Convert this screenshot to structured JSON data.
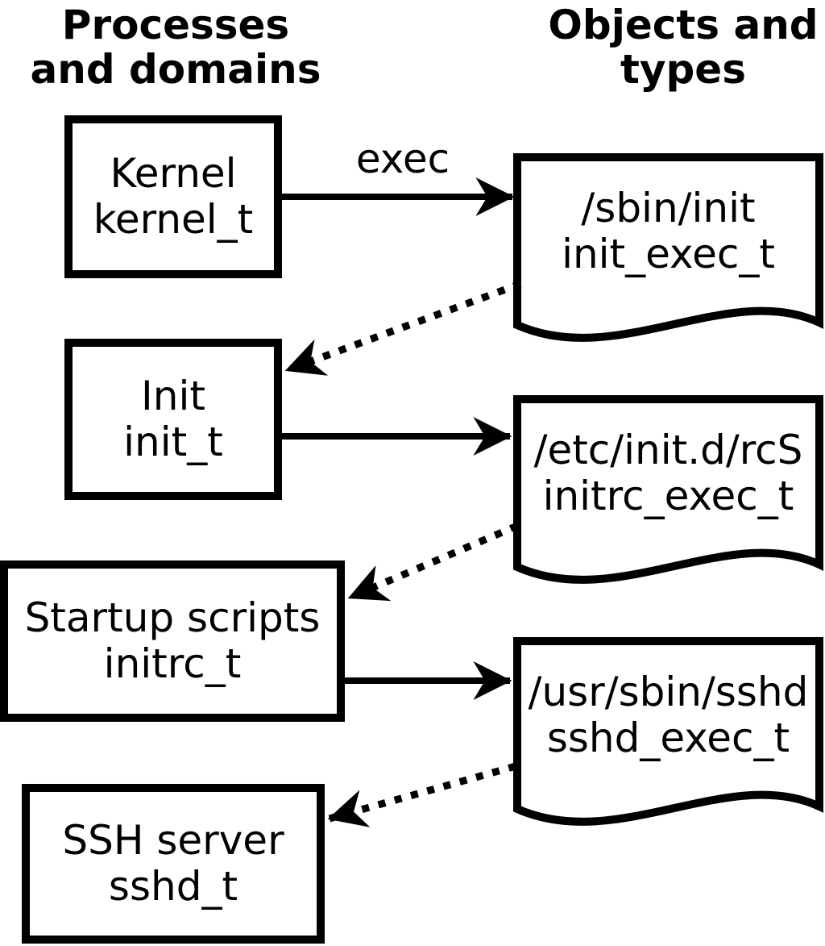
{
  "diagram": {
    "title_hint": "SELinux domain transition diagram",
    "colors": {
      "foreground": "#000000",
      "background": "#ffffff"
    },
    "headers": {
      "left": {
        "line1": "Processes",
        "line2": "and domains"
      },
      "right": {
        "line1": "Objects and",
        "line2": "types"
      }
    },
    "processes": [
      {
        "name": "Kernel",
        "domain": "kernel_t"
      },
      {
        "name": "Init",
        "domain": "init_t"
      },
      {
        "name": "Startup scripts",
        "domain": "initrc_t"
      },
      {
        "name": "SSH server",
        "domain": "sshd_t"
      }
    ],
    "objects": [
      {
        "path": "/sbin/init",
        "type": "init_exec_t"
      },
      {
        "path": "/etc/init.d/rcS",
        "type": "initrc_exec_t"
      },
      {
        "path": "/usr/sbin/sshd",
        "type": "sshd_exec_t"
      }
    ],
    "arrows": {
      "exec_label": "exec"
    }
  }
}
